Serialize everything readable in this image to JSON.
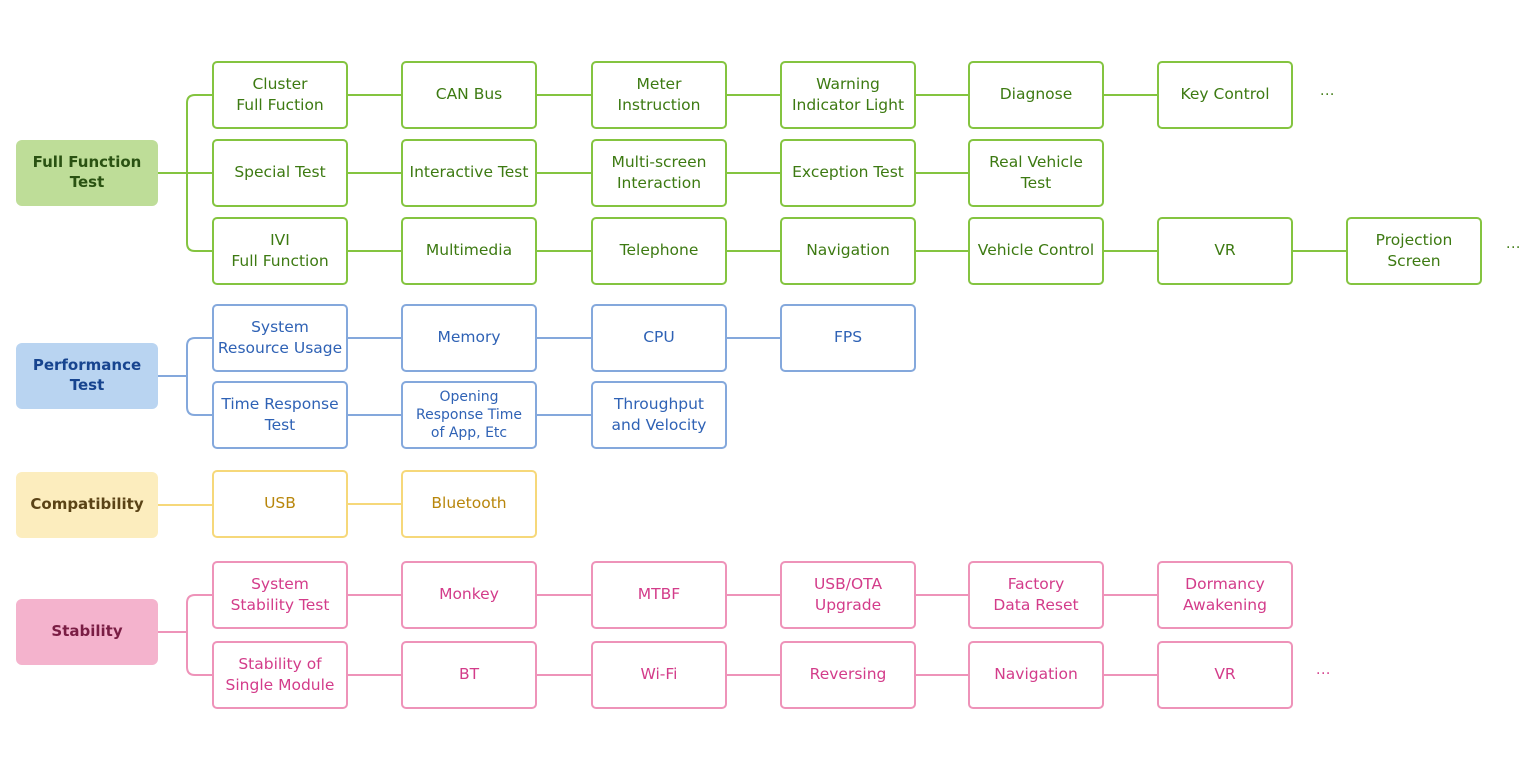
{
  "groups": [
    {
      "key": "full-function",
      "label": "Full Function Test",
      "colors": {
        "fill": "#bedd98",
        "line": "#84c440",
        "text": "#3d7a12",
        "cat_text": "#2a5212"
      },
      "rows": [
        {
          "items": [
            "Cluster\nFull Fuction",
            "CAN Bus",
            "Meter\nInstruction",
            "Warning\nIndicator Light",
            "Diagnose",
            "Key Control"
          ],
          "more": "..."
        },
        {
          "items": [
            "Special Test",
            "Interactive Test",
            "Multi-screen\nInteraction",
            "Exception Test",
            "Real Vehicle\nTest"
          ],
          "more": ""
        },
        {
          "items": [
            "IVI\nFull Function",
            "Multimedia",
            "Telephone",
            "Navigation",
            "Vehicle Control",
            "VR",
            "Projection\nScreen"
          ],
          "more": "..."
        }
      ]
    },
    {
      "key": "performance",
      "label": "Performance\nTest",
      "colors": {
        "fill": "#b9d4f1",
        "line": "#84a8dc",
        "text": "#2f62b5",
        "cat_text": "#17448f"
      },
      "rows": [
        {
          "items": [
            "System\nResource Usage",
            "Memory",
            "CPU",
            "FPS"
          ],
          "more": ""
        },
        {
          "items": [
            "Time Response\nTest",
            "Opening\nResponse Time\nof App, Etc",
            "Throughput\nand Velocity"
          ],
          "more": ""
        }
      ]
    },
    {
      "key": "compatibility",
      "label": "Compatibility",
      "colors": {
        "fill": "#fcedbe",
        "line": "#f6d87a",
        "text": "#b8860b",
        "cat_text": "#5a4316"
      },
      "rows": [
        {
          "items": [
            "USB",
            "Bluetooth"
          ],
          "more": ""
        }
      ]
    },
    {
      "key": "stability",
      "label": "Stability",
      "colors": {
        "fill": "#f4b3cd",
        "line": "#ee93b9",
        "text": "#d33c8a",
        "cat_text": "#7a1d44"
      },
      "rows": [
        {
          "items": [
            "System\nStability Test",
            "Monkey",
            "MTBF",
            "USB/OTA\nUpgrade",
            "Factory\nData Reset",
            "Dormancy\nAwakening"
          ],
          "more": ""
        },
        {
          "items": [
            "Stability of\nSingle Module",
            "BT",
            "Wi-Fi",
            "Reversing",
            "Navigation",
            "VR"
          ],
          "more": "..."
        }
      ]
    }
  ]
}
